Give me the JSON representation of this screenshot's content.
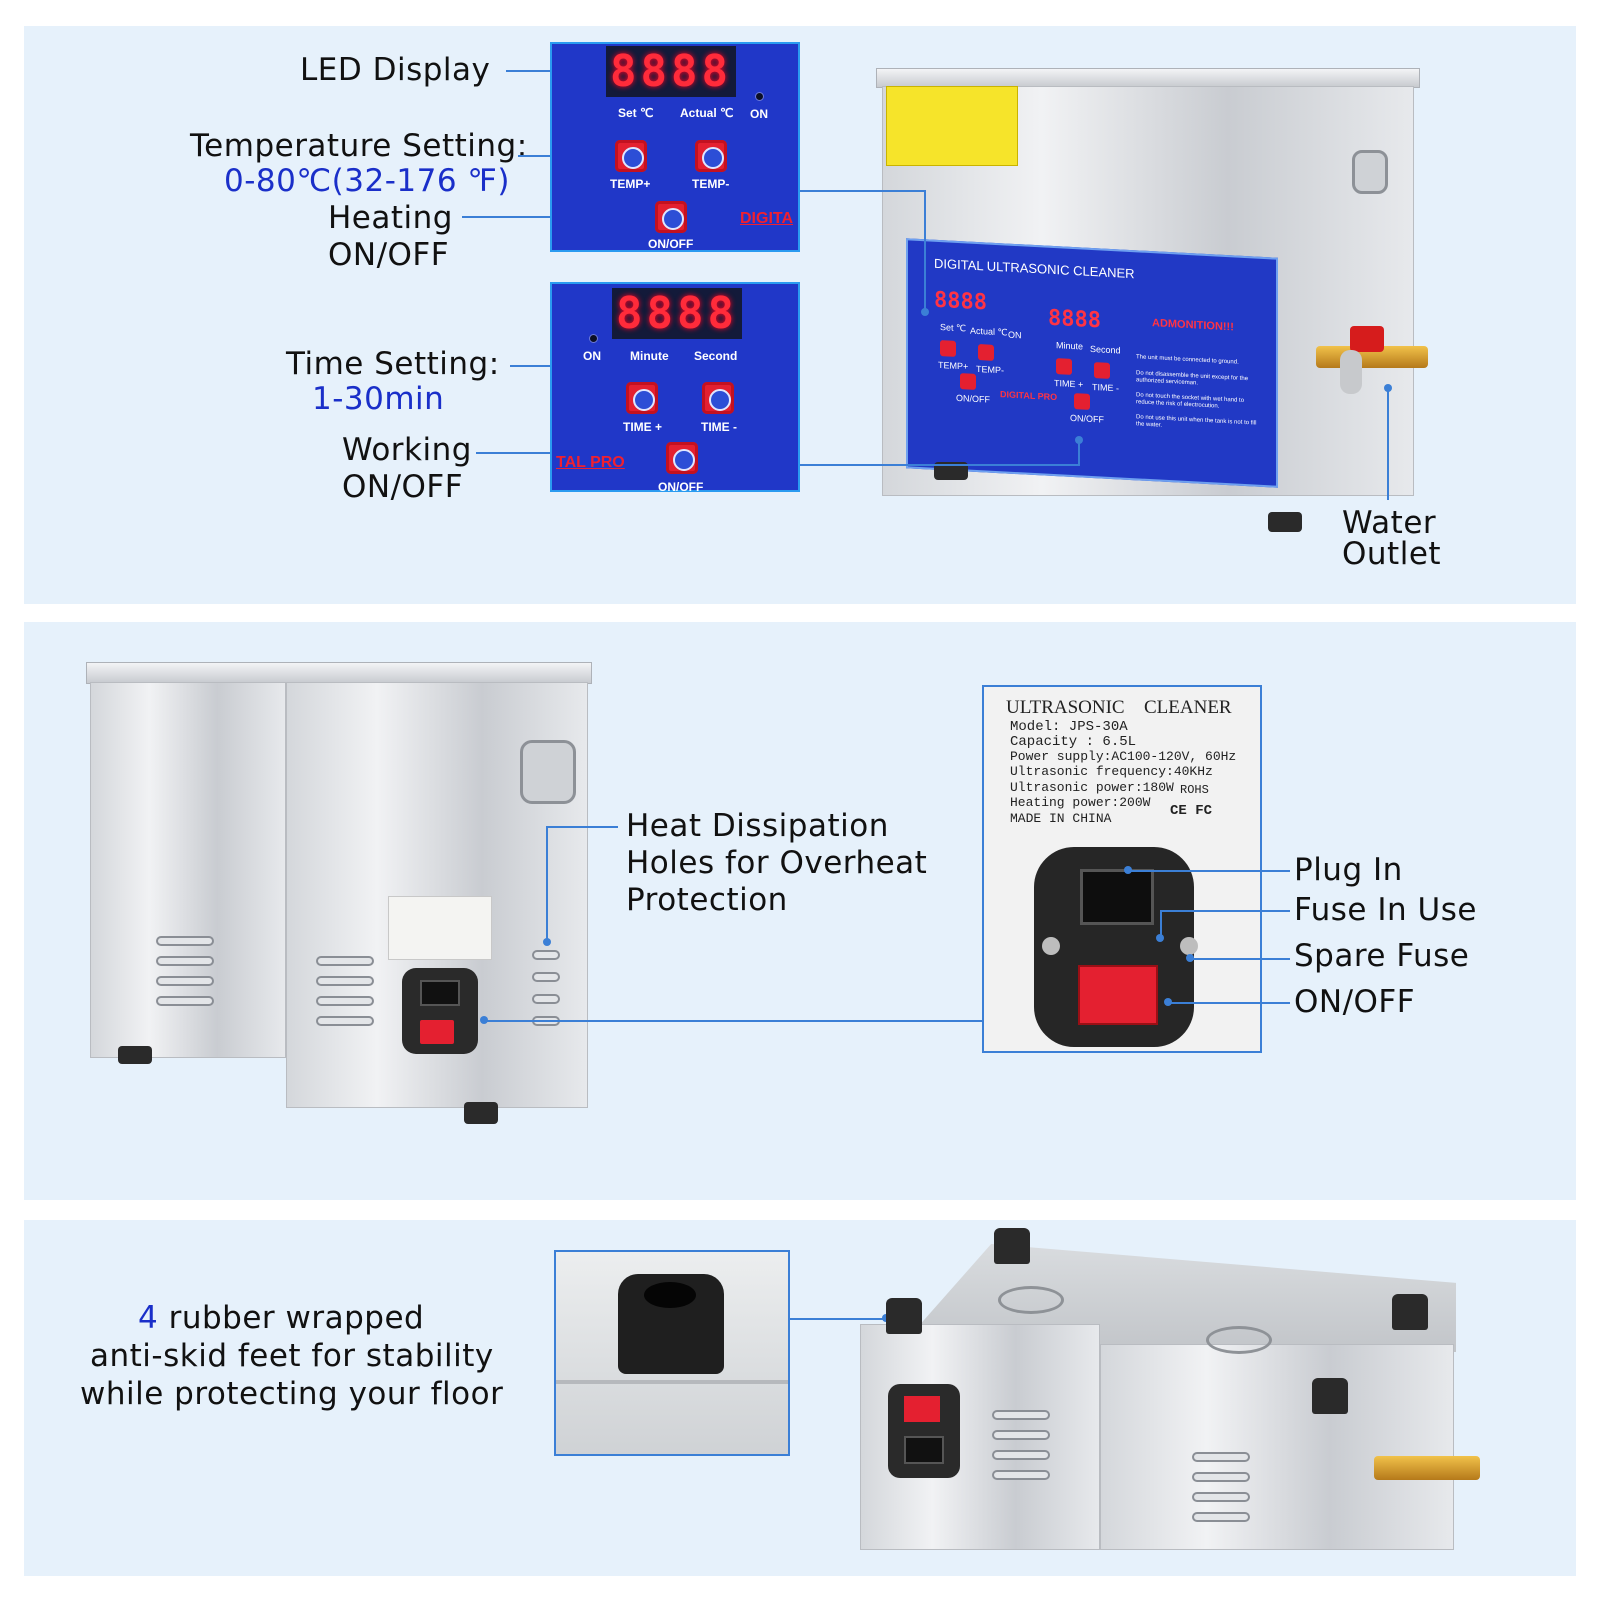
{
  "section1": {
    "callouts": {
      "led_display": "LED Display",
      "temperature_setting": "Temperature Setting:",
      "temperature_range": "0-80℃(32-176 ℉)",
      "heating_line1": "Heating",
      "heating_line2": "ON/OFF",
      "time_setting": "Time Setting:",
      "time_range": "1-30min",
      "working_line1": "Working",
      "working_line2": "ON/OFF",
      "water_line1": "Water",
      "water_line2": "Outlet"
    },
    "temp_panel": {
      "display": "8888",
      "set_label": "Set ℃",
      "actual_label": "Actual ℃",
      "on_label": "ON",
      "temp_plus": "TEMP+",
      "temp_minus": "TEMP-",
      "onoff": "ON/OFF",
      "brand_fragment": "DIGITA"
    },
    "time_panel": {
      "display": "8888",
      "on_label": "ON",
      "minute_label": "Minute",
      "second_label": "Second",
      "time_plus": "TIME +",
      "time_minus": "TIME -",
      "onoff": "ON/OFF",
      "brand_fragment": "TAL PRO"
    },
    "device_panel": {
      "title": "DIGITAL ULTRASONIC CLEANER",
      "admonition": "ADMONITION!!!",
      "display_left": "8888",
      "display_right": "8888",
      "set": "Set ℃",
      "actual": "Actual ℃",
      "on": "ON",
      "minute": "Minute",
      "second": "Second",
      "temp_plus": "TEMP+",
      "temp_minus": "TEMP-",
      "time_plus": "TIME +",
      "time_minus": "TIME -",
      "onoff_left": "ON/OFF",
      "onoff_right": "ON/OFF",
      "brand": "DIGITAL PRO",
      "warnings": [
        "The unit must be connected to ground.",
        "Do not disassemble the unit except for the authorized serviceman.",
        "Do not touch the socket with wet hand to reduce the risk of electrocution.",
        "Do not use this unit when the tank is not to fill the water."
      ]
    }
  },
  "section2": {
    "callouts": {
      "heat_line1": "Heat Dissipation",
      "heat_line2": "Holes for Overheat",
      "heat_line3": "Protection",
      "plug_in": "Plug In",
      "fuse_in_use": "Fuse In Use",
      "spare_fuse": "Spare Fuse",
      "onoff": "ON/OFF"
    },
    "label": {
      "title_left": "ULTRASONIC",
      "title_right": "CLEANER",
      "model": "Model: JPS-30A",
      "capacity": "Capacity : 6.5L",
      "power_supply": "Power supply:AC100-120V, 60Hz",
      "frequency": "Ultrasonic frequency:40KHz",
      "ultrasonic_power": "Ultrasonic power:180W",
      "heating_power": "Heating power:200W",
      "made_in": "MADE IN CHINA",
      "rohs": "ROHS",
      "marks": "CE FC"
    }
  },
  "section3": {
    "caption_number": "4",
    "caption_line1_rest": " rubber wrapped",
    "caption_line2": "anti-skid feet for stability",
    "caption_line3": "while protecting your floor"
  },
  "colors": {
    "panel_bg": "#e6f1fb",
    "accent_blue": "#1a2fc9",
    "line_blue": "#3b7fd6",
    "control_panel_blue": "#2037c8",
    "led_red": "#ff2b3a",
    "switch_red": "#e42030"
  }
}
